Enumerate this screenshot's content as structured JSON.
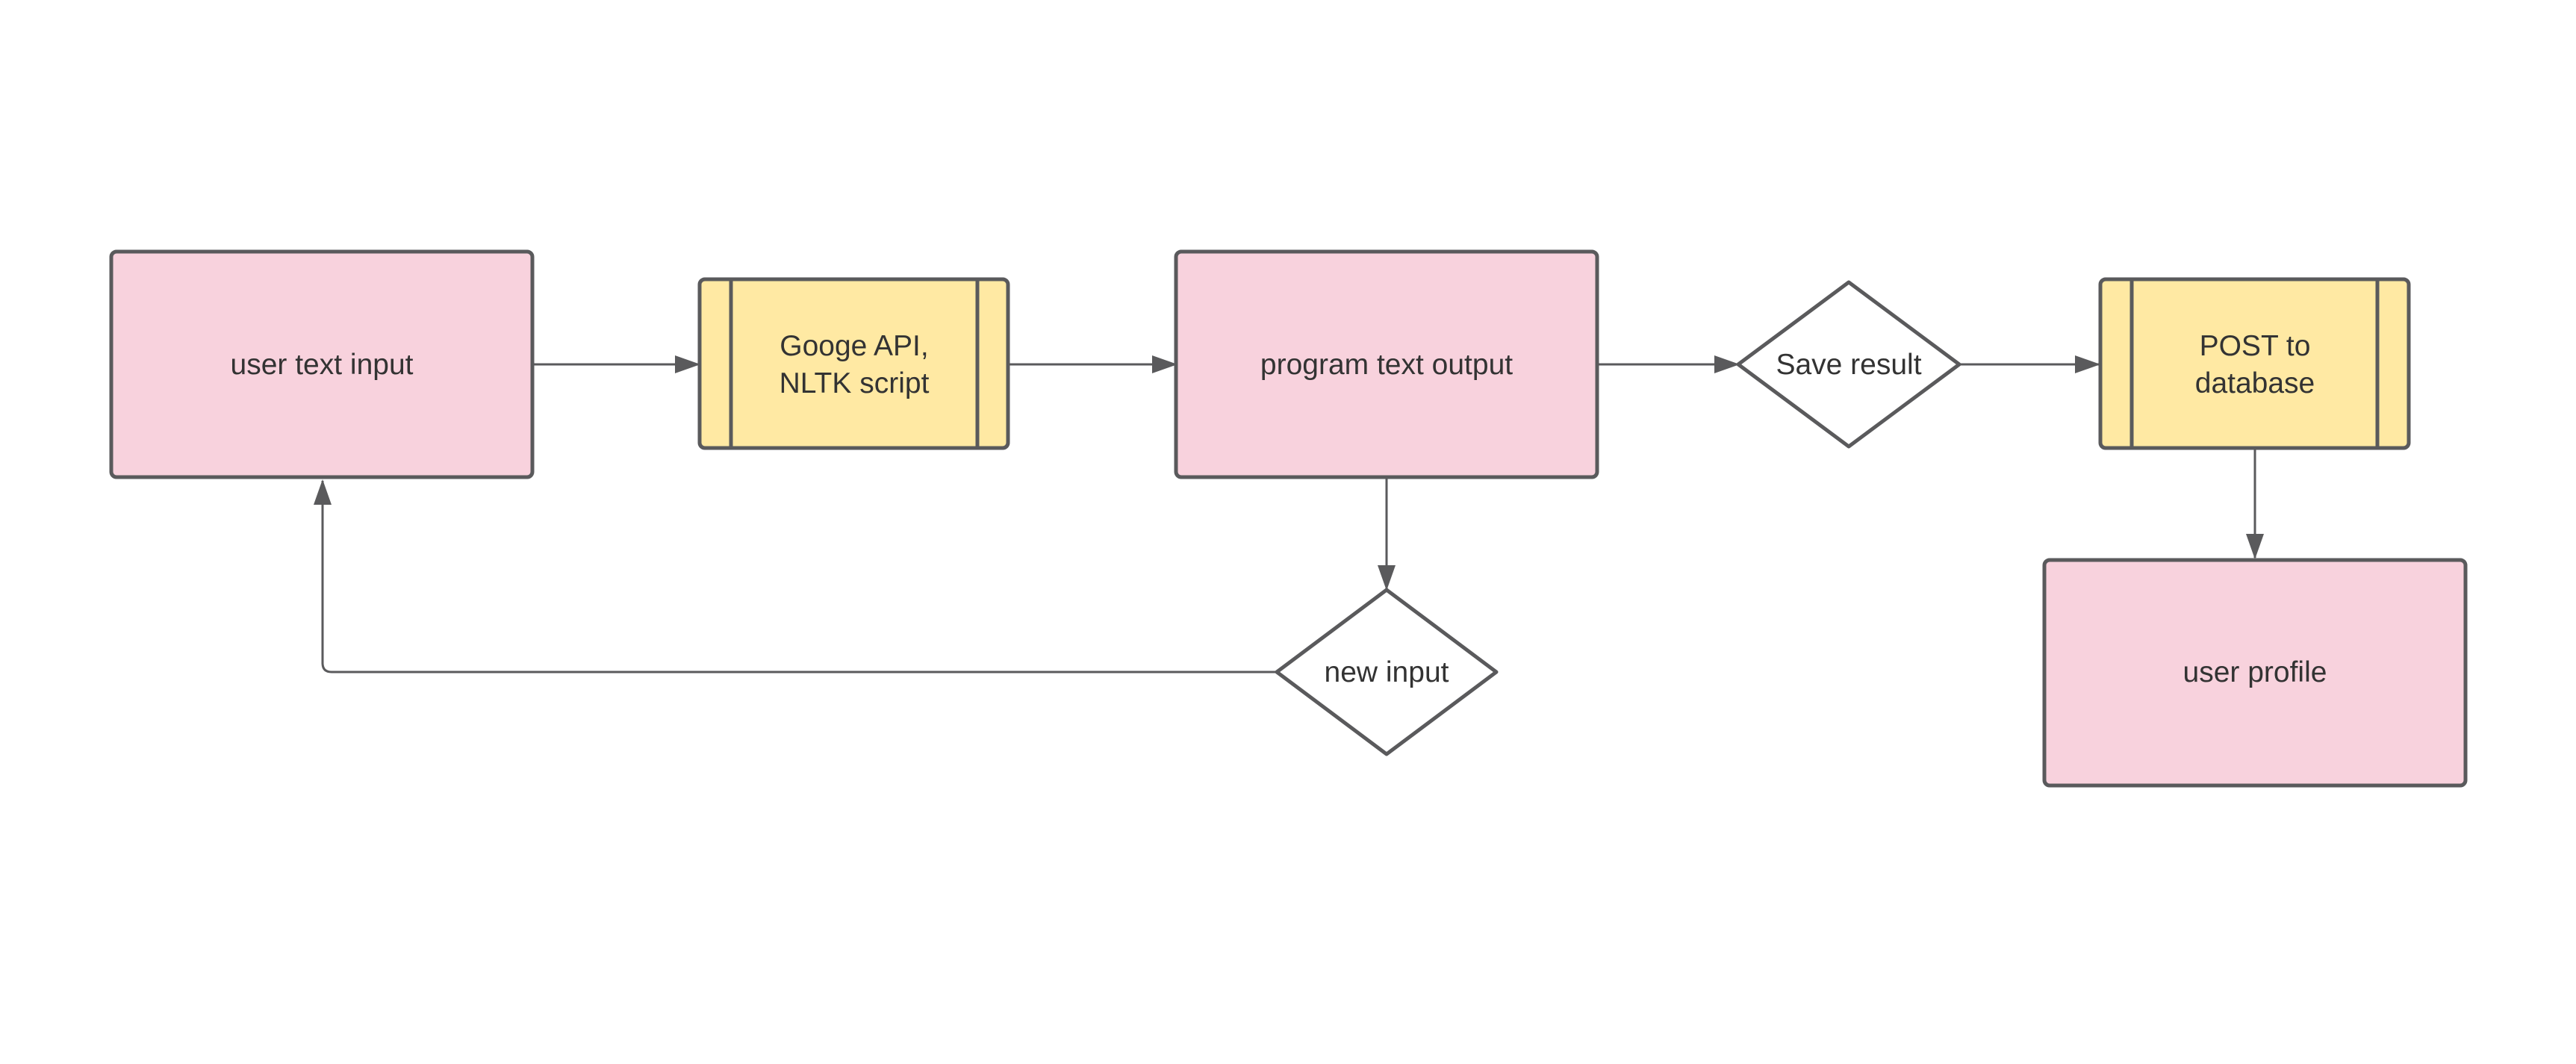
{
  "colors": {
    "stroke": "#5a5a5c",
    "pink_fill": "#f8d2dd",
    "yellow_fill": "#ffe9a3",
    "decision_fill": "#ffffff",
    "text": "#333333"
  },
  "nodes": {
    "user_text_input": {
      "lines": [
        "user text input"
      ]
    },
    "google_api": {
      "lines": [
        "Googe API,",
        "NLTK script"
      ]
    },
    "program_text_output": {
      "lines": [
        "program text output"
      ]
    },
    "save_result": {
      "lines": [
        "Save result"
      ]
    },
    "post_to_database": {
      "lines": [
        "POST to",
        "database"
      ]
    },
    "new_input": {
      "lines": [
        "new input"
      ]
    },
    "user_profile": {
      "lines": [
        "user profile"
      ]
    }
  },
  "edges": [
    {
      "from": "user_text_input",
      "to": "google_api"
    },
    {
      "from": "google_api",
      "to": "program_text_output"
    },
    {
      "from": "program_text_output",
      "to": "save_result"
    },
    {
      "from": "save_result",
      "to": "post_to_database"
    },
    {
      "from": "program_text_output",
      "to": "new_input"
    },
    {
      "from": "new_input",
      "to": "user_text_input"
    },
    {
      "from": "post_to_database",
      "to": "user_profile"
    }
  ]
}
